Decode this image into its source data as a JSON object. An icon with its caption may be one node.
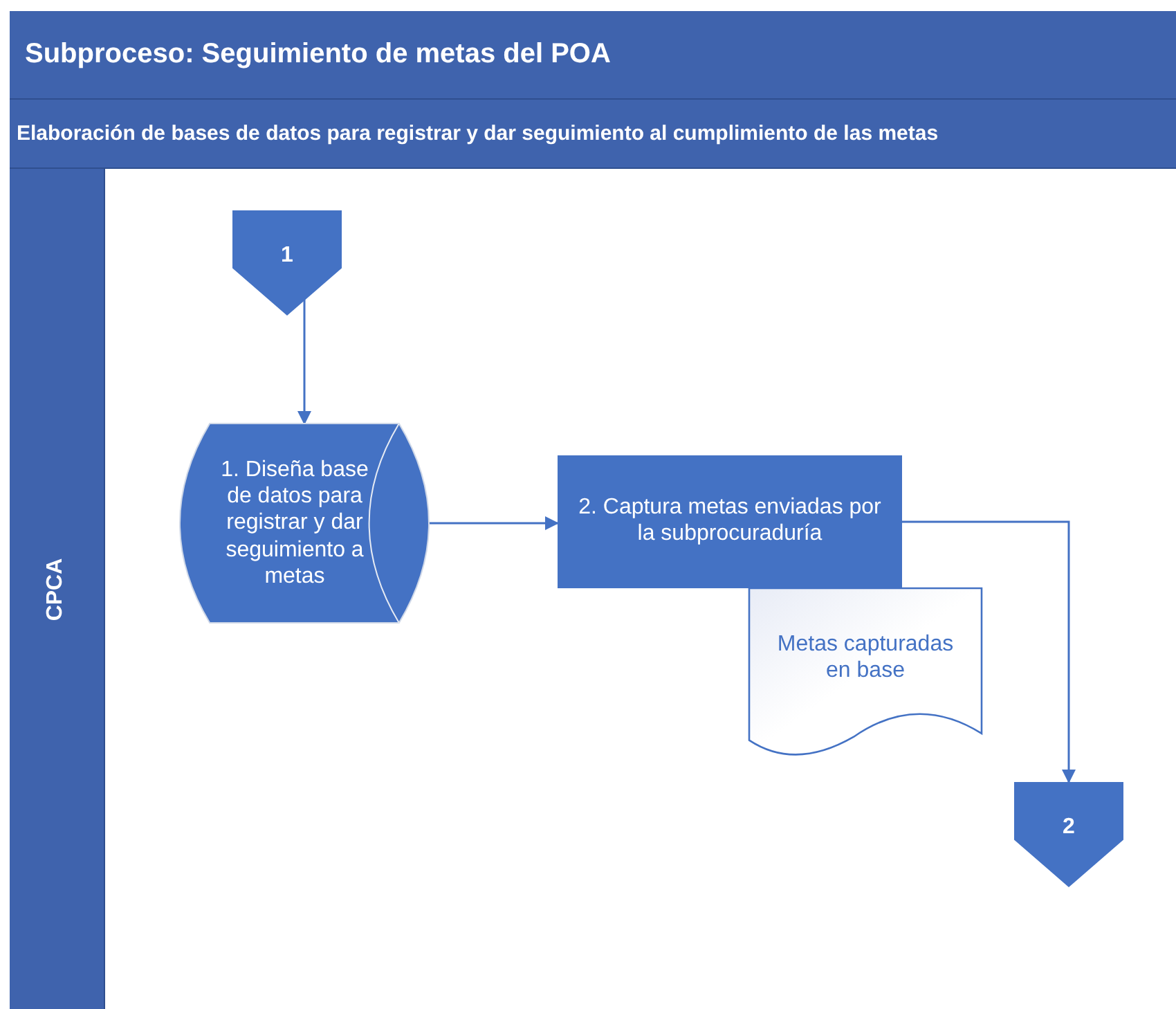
{
  "diagram": {
    "nodes": [
      {
        "text": [
          "Subproceso: Seguimiento de metas del POA"
        ]
      },
      {
        "text": [
          "Elaboración de bases de datos para registrar y dar seguimiento al cumplimiento de las metas"
        ]
      },
      {
        "text": [
          "CPCA"
        ]
      },
      {
        "text": [
          "1"
        ],
        "in": 2
      },
      {
        "text": [
          "1. Diseña base de datos para registrar y dar seguimiento a metas"
        ],
        "in": 2
      },
      {
        "text": [
          "2. Captura metas enviadas por la subprocuraduría"
        ],
        "in": 2
      },
      {
        "text": [
          "Metas capturadas en base"
        ],
        "in": 2
      },
      {
        "text": [
          "2"
        ],
        "in": 2
      }
    ],
    "edges": [
      {
        "from": 3,
        "to": 4,
        "arrow": "to"
      },
      {
        "from": 4,
        "to": 5,
        "arrow": "to"
      },
      {
        "from": 5,
        "to": 7,
        "arrow": "to"
      }
    ]
  }
}
